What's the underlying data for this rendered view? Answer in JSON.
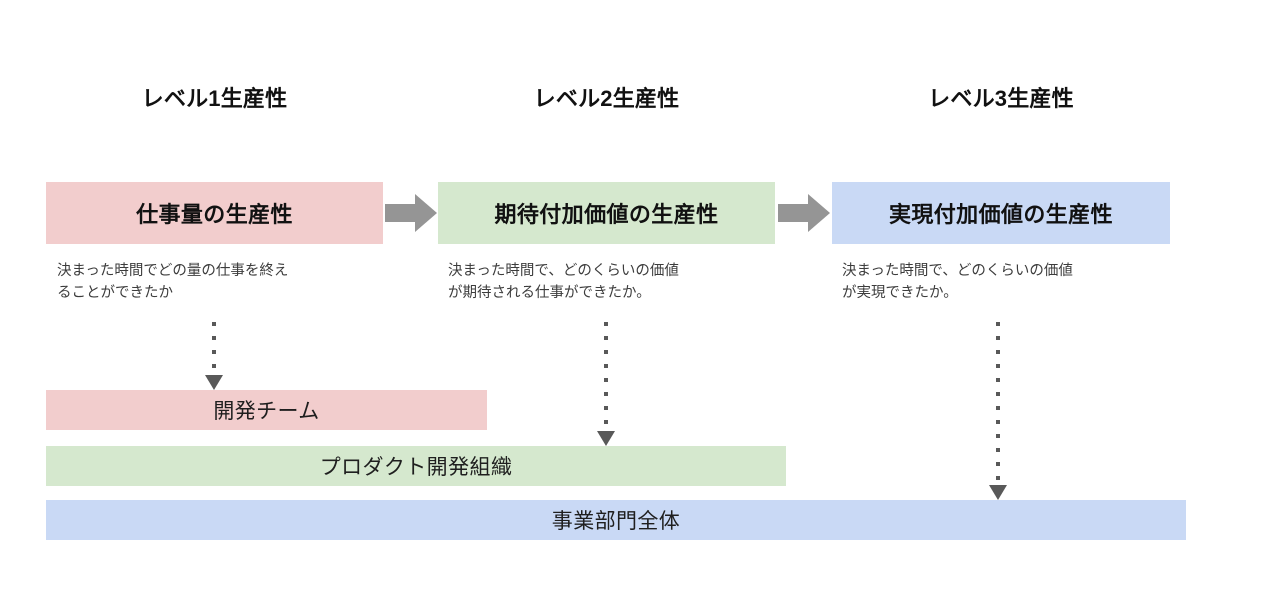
{
  "diagram": {
    "title_columns": [
      {
        "label": "レベル1生産性"
      },
      {
        "label": "レベル2生産性"
      },
      {
        "label": "レベル3生産性"
      }
    ],
    "levels": [
      {
        "box_label": "仕事量の生産性",
        "description": "決まった時間でどの量の仕事を終え\nることができたか",
        "color": "#f2cdcd"
      },
      {
        "box_label": "期待付加価値の生産性",
        "description": "決まった時間で、どのくらいの価値\nが期待される仕事ができたか。",
        "color": "#d5e8ce"
      },
      {
        "box_label": "実現付加価値の生産性",
        "description": "決まった時間で、どのくらいの価値\nが実現できたか。",
        "color": "#c9d9f5"
      }
    ],
    "flow_arrows": [
      {
        "name": "arrow-level1-to-level2"
      },
      {
        "name": "arrow-level2-to-level3"
      }
    ],
    "connectors": [
      {
        "name": "connector-level1-to-dev-team"
      },
      {
        "name": "connector-level2-to-product-org"
      },
      {
        "name": "connector-level3-to-business-unit"
      }
    ],
    "scope_bars": [
      {
        "label": "開発チーム",
        "color": "#f2cdcd"
      },
      {
        "label": "プロダクト開発組織",
        "color": "#d5e8ce"
      },
      {
        "label": "事業部門全体",
        "color": "#c9d9f5"
      }
    ],
    "colors": {
      "pink": "#f2cdcd",
      "green": "#d5e8ce",
      "blue": "#c9d9f5",
      "arrow_grey": "#959595",
      "connector_grey": "#595959",
      "heading_text": "#111111",
      "body_text": "#3c3c3c",
      "background": "#ffffff"
    }
  }
}
